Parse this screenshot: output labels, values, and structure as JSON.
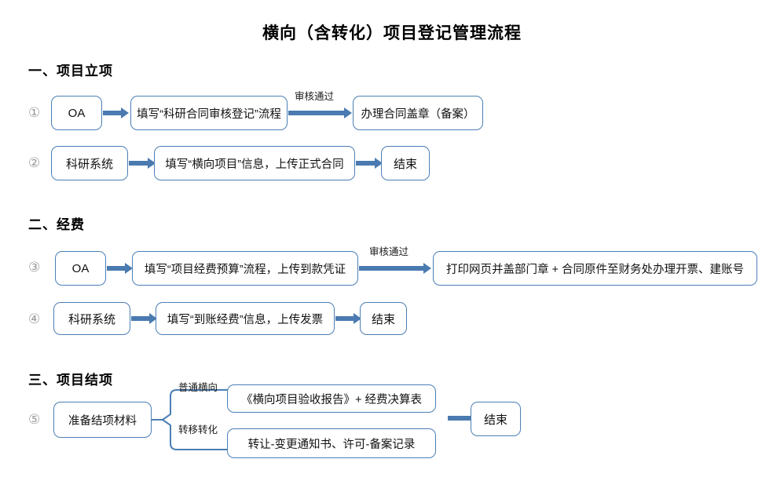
{
  "document": {
    "title": "横向（含转化）项目登记管理流程"
  },
  "theme": {
    "node_border": "#4a7fb5",
    "arrow": "#4a7ab0",
    "text": "#1a1a1a",
    "index_color": "#9a9a9a",
    "background": "#ffffff"
  },
  "sections": [
    {
      "heading": "一、项目立项",
      "rows": [
        {
          "index": "①",
          "nodes": [
            "OA",
            "填写“科研合同审核登记”流程",
            "办理合同盖章（备案）"
          ],
          "edge_labels": [
            "",
            "审核通过"
          ]
        },
        {
          "index": "②",
          "nodes": [
            "科研系统",
            "填写“横向项目”信息，上传正式合同",
            "结束"
          ],
          "edge_labels": [
            "",
            ""
          ]
        }
      ]
    },
    {
      "heading": "二、经费",
      "rows": [
        {
          "index": "③",
          "nodes": [
            "OA",
            "填写“项目经费预算”流程，上传到款凭证",
            "打印网页并盖部门章 +  合同原件至财务处办理开票、建账号"
          ],
          "edge_labels": [
            "",
            "审核通过"
          ]
        },
        {
          "index": "④",
          "nodes": [
            "科研系统",
            "填写“到账经费”信息，上传发票",
            "结束"
          ],
          "edge_labels": [
            "",
            ""
          ]
        }
      ]
    },
    {
      "heading": "三、项目结项",
      "rows": [
        {
          "index": "⑤",
          "source": "准备结项材料",
          "branches": [
            {
              "label": "普通横向",
              "node": "《横向项目验收报告》+ 经费决算表"
            },
            {
              "label": "转移转化",
              "node": "转让-变更通知书、许可-备案记录"
            }
          ],
          "end_node": "结束"
        }
      ]
    }
  ]
}
